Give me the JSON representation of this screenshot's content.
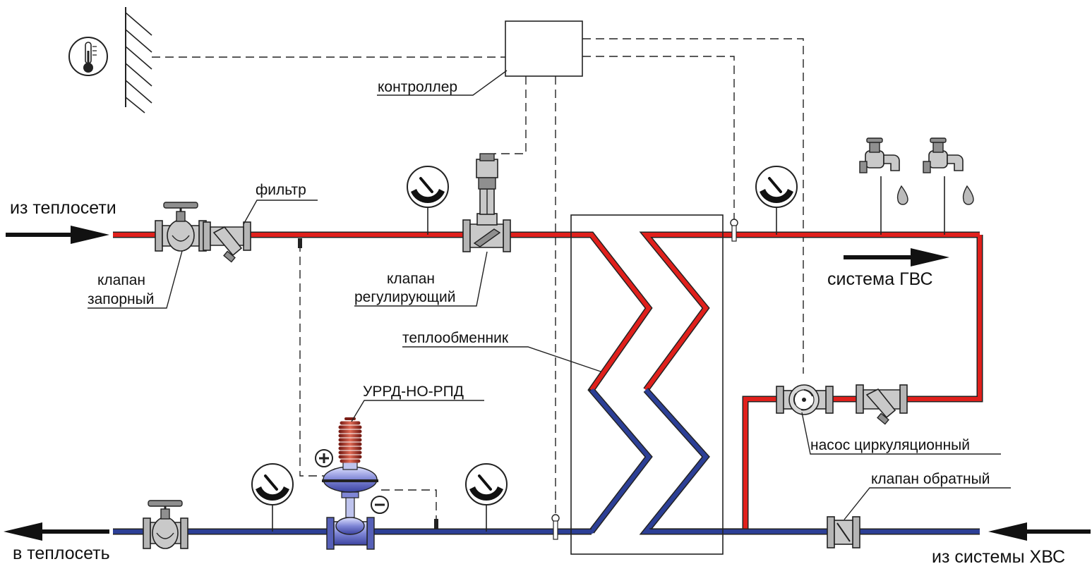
{
  "labels": {
    "from_heat_network": "из теплосети",
    "to_heat_network": "в теплосеть",
    "from_cold_water": "из системы ХВС",
    "hot_water_system": "система ГВС",
    "filter": "фильтр",
    "controller": "контроллер",
    "shutoff_valve_line1": "клапан",
    "shutoff_valve_line2": "запорный",
    "control_valve_line1": "клапан",
    "control_valve_line2": "регулирующий",
    "heat_exchanger": "теплообменник",
    "pressure_regulator": "УРРД-НО-РПД",
    "circulation_pump": "насос циркуляционный",
    "check_valve": "клапан обратный"
  },
  "colors": {
    "hot_pipe": "#e0201c",
    "cold_pipe": "#2c3f96",
    "regulator_accent": "#8a92d8",
    "spring": "#c0392b"
  }
}
